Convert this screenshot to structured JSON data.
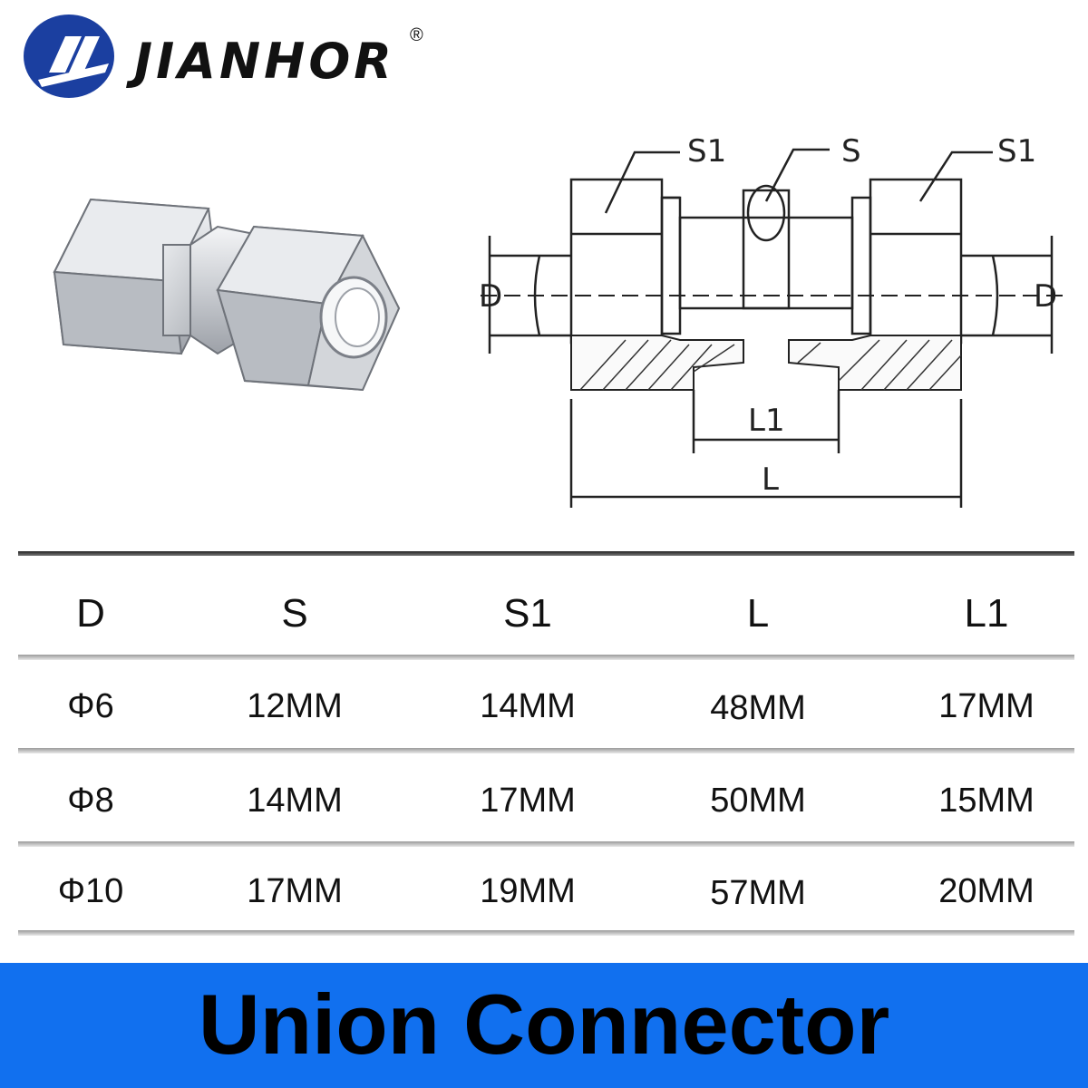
{
  "brand": {
    "name": "JIANHOR",
    "registered": "®",
    "logo_icon": "jianhor-logo-icon",
    "logo_color": "#1b3fa0"
  },
  "drawing_labels": {
    "s1_left": "S1",
    "s": "S",
    "s1_right": "S1",
    "d_left": "D",
    "d_right": "D",
    "l1": "L1",
    "l": "L"
  },
  "table": {
    "headers": [
      "D",
      "S",
      "S1",
      "L",
      "L1"
    ],
    "rows": [
      [
        "Φ6",
        "12MM",
        "14MM",
        "48MM",
        "17MM"
      ],
      [
        "Φ8",
        "14MM",
        "17MM",
        "50MM",
        "15MM"
      ],
      [
        "Φ10",
        "17MM",
        "19MM",
        "57MM",
        "20MM"
      ]
    ]
  },
  "banner": {
    "title": "Union Connector",
    "color": "#1170ef"
  }
}
